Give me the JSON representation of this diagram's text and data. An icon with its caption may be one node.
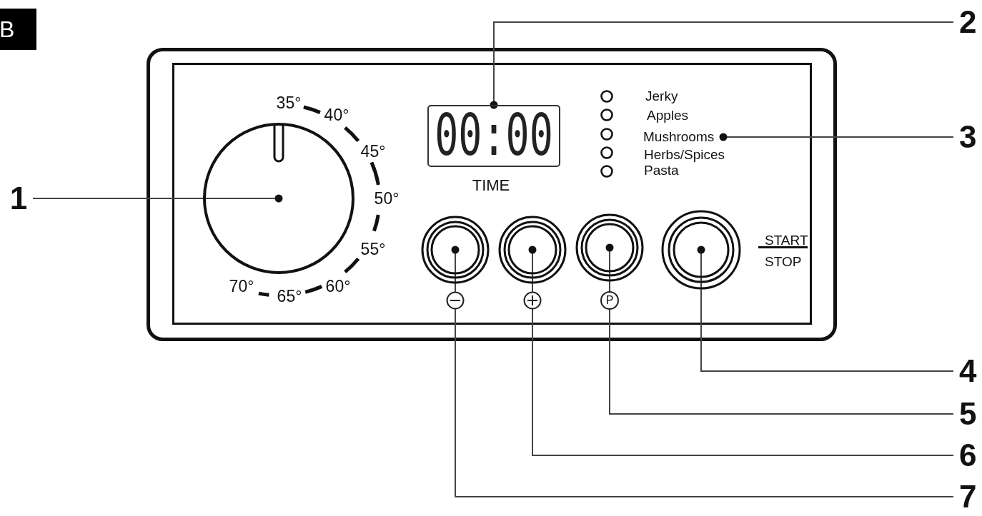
{
  "diagram": {
    "nodes": [
      {
        "text": [
          "B"
        ]
      },
      {
        "text": [
          "1"
        ]
      },
      {
        "text": [],
        "shape": "circle"
      },
      {
        "text": [
          "2"
        ]
      },
      {
        "text": [
          "00:00"
        ],
        "beside": [
          "TIME"
        ]
      },
      {
        "text": [
          "3"
        ]
      },
      {
        "text": [
          "Mushrooms"
        ]
      },
      {
        "text": [],
        "shape": "circle"
      },
      {
        "text": [],
        "shape": "circle"
      },
      {
        "text": [],
        "shape": "circle"
      },
      {
        "text": [],
        "shape": "circle",
        "beside": [
          "START",
          "STOP"
        ]
      },
      {
        "text": [
          "4"
        ]
      },
      {
        "text": [
          "5"
        ]
      },
      {
        "text": [
          "6"
        ]
      },
      {
        "text": [
          "7"
        ]
      }
    ],
    "edges": [
      {
        "from": 1,
        "to": 2,
        "arrow": "other"
      },
      {
        "from": 3,
        "to": 4,
        "arrow": "other"
      },
      {
        "from": 5,
        "to": 6,
        "arrow": "other"
      },
      {
        "from": 11,
        "to": 10,
        "arrow": "other"
      },
      {
        "from": 12,
        "to": 9,
        "arrow": "other"
      },
      {
        "from": 13,
        "to": 8,
        "arrow": "other"
      },
      {
        "from": 14,
        "to": 7,
        "arrow": "other"
      }
    ],
    "labels": [
      "35°",
      "40°",
      "45°",
      "50°",
      "55°",
      "60°",
      "65°",
      "70°",
      "Jerky",
      "Apples",
      "Herbs/Spices",
      "Pasta",
      "P"
    ]
  }
}
